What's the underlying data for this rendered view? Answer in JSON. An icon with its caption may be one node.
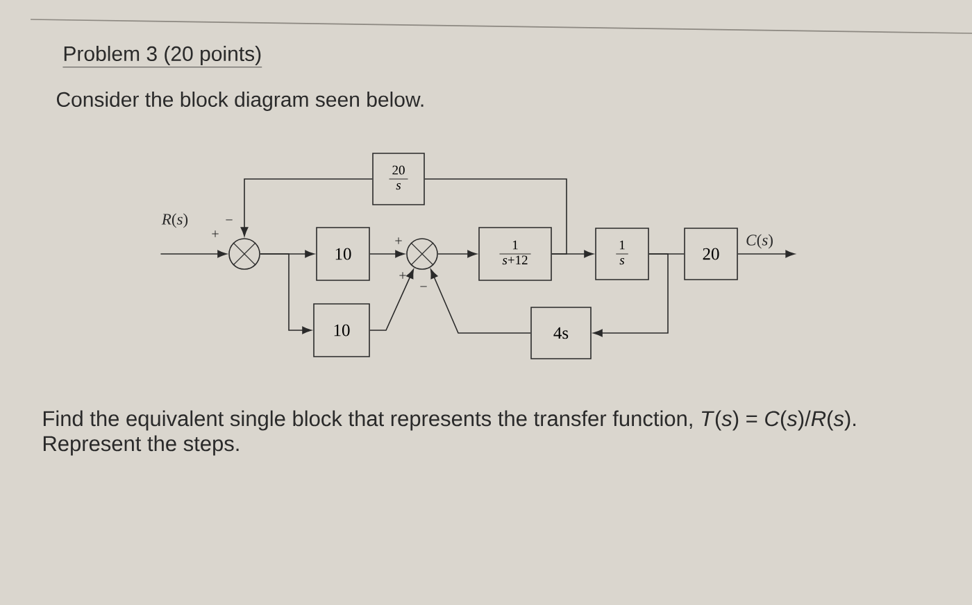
{
  "diagram": {
    "title": "Problem 3 (20 points)",
    "nodes": [
      {
        "text": [
          "20",
          "*s*"
        ]
      },
      {
        "text": [
          "*R*(*s*)"
        ]
      },
      {
        "text": [],
        "shape": "circle"
      },
      {
        "text": [
          "10"
        ]
      },
      {
        "text": [],
        "shape": "circle"
      },
      {
        "text": [
          "1",
          "*s*+12"
        ]
      },
      {
        "text": [
          "1",
          "*s*"
        ]
      },
      {
        "text": [
          "20"
        ]
      },
      {
        "text": [
          "*C*(*s*)"
        ]
      },
      {
        "text": [
          "10"
        ]
      },
      {
        "text": [
          "4s"
        ]
      }
    ],
    "edges": [
      {
        "from": 1,
        "to": 2,
        "arrow": "to"
      },
      {
        "from": 2,
        "to": 3,
        "arrow": "to"
      },
      {
        "from": 2,
        "to": 9,
        "arrow": "to"
      },
      {
        "from": 3,
        "to": 4,
        "arrow": "to"
      },
      {
        "from": 9,
        "to": 4,
        "arrow": "to"
      },
      {
        "from": 4,
        "to": 5,
        "arrow": "to"
      },
      {
        "from": 5,
        "to": 6,
        "arrow": "to"
      },
      {
        "from": 5,
        "to": 0,
        "arrow": "none"
      },
      {
        "from": 0,
        "to": 2,
        "arrow": "to"
      },
      {
        "from": 6,
        "to": 7,
        "arrow": "none"
      },
      {
        "from": 6,
        "to": 10,
        "arrow": "to"
      },
      {
        "from": 10,
        "to": 4,
        "arrow": "to"
      },
      {
        "from": 7,
        "to": 8,
        "arrow": "to"
      }
    ],
    "labels": [
      "Consider the block diagram seen below.",
      "+",
      "−",
      "+",
      "+",
      "−",
      "Find the equivalent single block that represents the transfer function, *T*(*s*) = *C*(*s*)/*R*(*s*).",
      "Represent the steps."
    ]
  }
}
